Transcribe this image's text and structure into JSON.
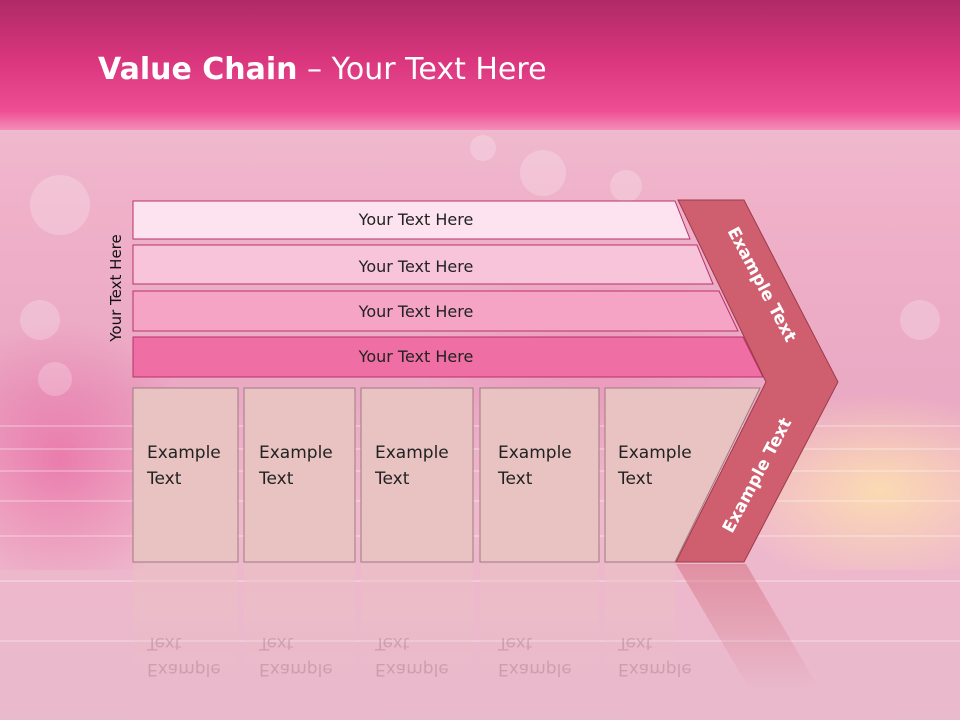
{
  "title": {
    "bold": "Value Chain",
    "rest": " – Your Text Here"
  },
  "side_label": "Your Text Here",
  "rows": [
    {
      "label": "Your Text Here",
      "fill": "#fde3ef"
    },
    {
      "label": "Your Text Here",
      "fill": "#f8c4da"
    },
    {
      "label": "Your Text Here",
      "fill": "#f5a4c6"
    },
    {
      "label": "Your Text Here",
      "fill": "#ef6ea4"
    }
  ],
  "boxes": [
    {
      "line1": "Example",
      "line2": "Text"
    },
    {
      "line1": "Example",
      "line2": "Text"
    },
    {
      "line1": "Example",
      "line2": "Text"
    },
    {
      "line1": "Example",
      "line2": "Text"
    },
    {
      "line1": "Example",
      "line2": "Text"
    }
  ],
  "arrow": {
    "upper_label": "Example Text",
    "lower_label": "Example Text",
    "fill": "#cf5f6e"
  },
  "box_fill": "#e9c2c2"
}
